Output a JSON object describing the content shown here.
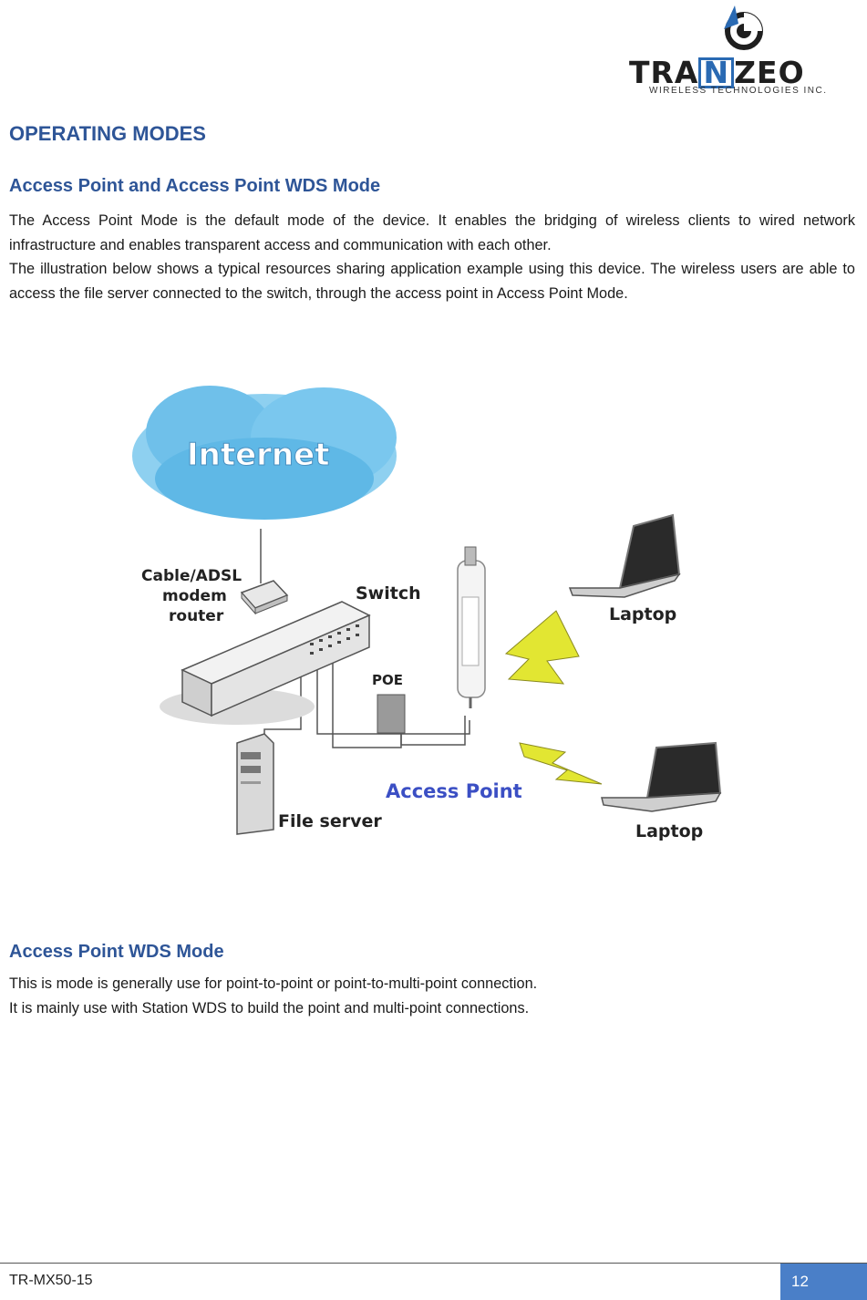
{
  "header": {
    "logo_text_a": "TRA",
    "logo_text_n": "N",
    "logo_text_b": "ZEO",
    "logo_sub": "WIRELESS TECHNOLOGIES INC."
  },
  "title": "OPERATING MODES",
  "section1": {
    "heading": "Access Point and Access Point WDS Mode",
    "para1": "The Access Point Mode is the default mode of the device. It enables the bridging of wireless clients to wired network infrastructure and enables transparent access and communication with each other.",
    "para2": "The illustration below shows a typical resources sharing application example using this device. The wireless users are able to access the file server connected to the switch, through the access point in Access Point Mode."
  },
  "diagram": {
    "internet": "Internet",
    "modem_l1": "Cable/ADSL",
    "modem_l2": "modem",
    "modem_l3": "router",
    "switch": "Switch",
    "poe": "POE",
    "access_point": "Access Point",
    "file_server": "File server",
    "laptop1": "Laptop",
    "laptop2": "Laptop",
    "colors": {
      "accent": "#2e5597",
      "access_point": "#3b4fc4",
      "bolt": "#e2e632",
      "cloud": "#5fb8e6"
    }
  },
  "section2": {
    "heading": "Access Point WDS Mode",
    "line1": "This is mode is generally use for point-to-point or point-to-multi-point connection.",
    "line2": "It is mainly use with Station WDS to build the point and multi-point connections."
  },
  "footer": {
    "doc_id": "TR-MX50-15",
    "page": "12"
  }
}
